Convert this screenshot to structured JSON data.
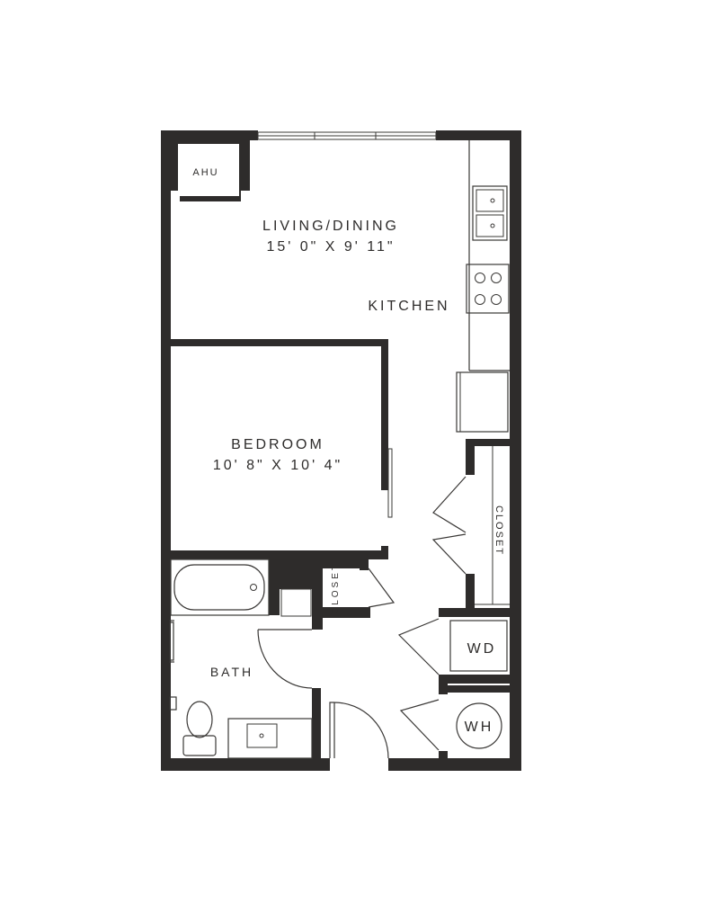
{
  "rooms": {
    "living": {
      "name": "LIVING/DINING",
      "dims": "15' 0\" X 9' 11\""
    },
    "kitchen": {
      "name": "KITCHEN"
    },
    "bedroom": {
      "name": "BEDROOM",
      "dims": "10' 8\" X 10' 4\""
    },
    "bath": {
      "name": "BATH"
    }
  },
  "utilities": {
    "ahu": "AHU",
    "closet_hall": "CLOSET",
    "closet_bath": "CLOSET",
    "washer_dryer": "WD",
    "water_heater": "WH"
  },
  "colors": {
    "wall": "#2e2c2b",
    "line": "#3a3836",
    "background": "#ffffff"
  }
}
